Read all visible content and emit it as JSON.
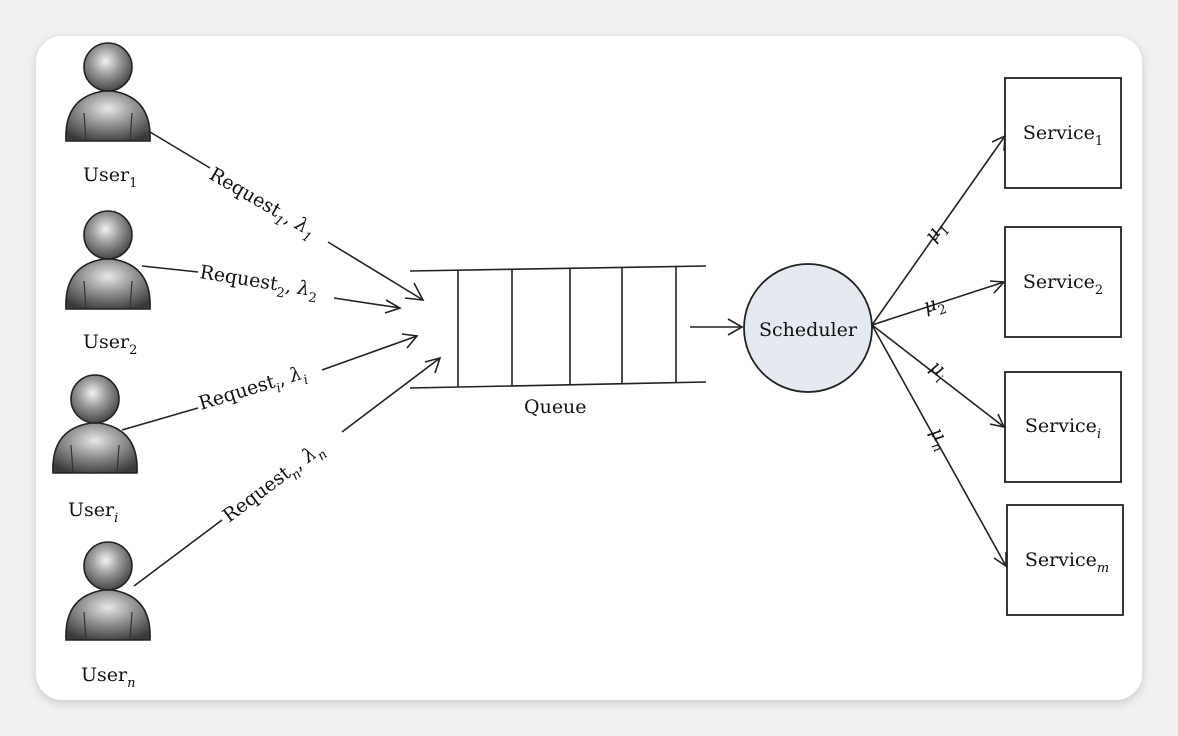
{
  "users": [
    {
      "base": "User",
      "sub": "1"
    },
    {
      "base": "User",
      "sub": "2"
    },
    {
      "base": "User",
      "sub": "i"
    },
    {
      "base": "User",
      "sub": "n"
    }
  ],
  "requests": [
    {
      "base": "Request",
      "sub": "1",
      "rate": "λ",
      "rate_sub": "1"
    },
    {
      "base": "Request",
      "sub": "2",
      "rate": "λ",
      "rate_sub": "2"
    },
    {
      "base": "Request",
      "sub": "i",
      "rate": "λ",
      "rate_sub": "i"
    },
    {
      "base": "Request",
      "sub": "n",
      "rate": "λ",
      "rate_sub": "n"
    }
  ],
  "queue": {
    "label": "Queue"
  },
  "scheduler": {
    "label": "Scheduler",
    "fill": "#e5eaf1"
  },
  "service_rates": [
    {
      "base": "μ",
      "sub": "1"
    },
    {
      "base": "μ",
      "sub": "2"
    },
    {
      "base": "μ",
      "sub": "i"
    },
    {
      "base": "μ",
      "sub": "n"
    }
  ],
  "services": [
    {
      "base": "Service",
      "sub": "1"
    },
    {
      "base": "Service",
      "sub": "2"
    },
    {
      "base": "Service",
      "sub": "i"
    },
    {
      "base": "Service",
      "sub": "m"
    }
  ],
  "icons": {
    "user": "person-icon"
  }
}
